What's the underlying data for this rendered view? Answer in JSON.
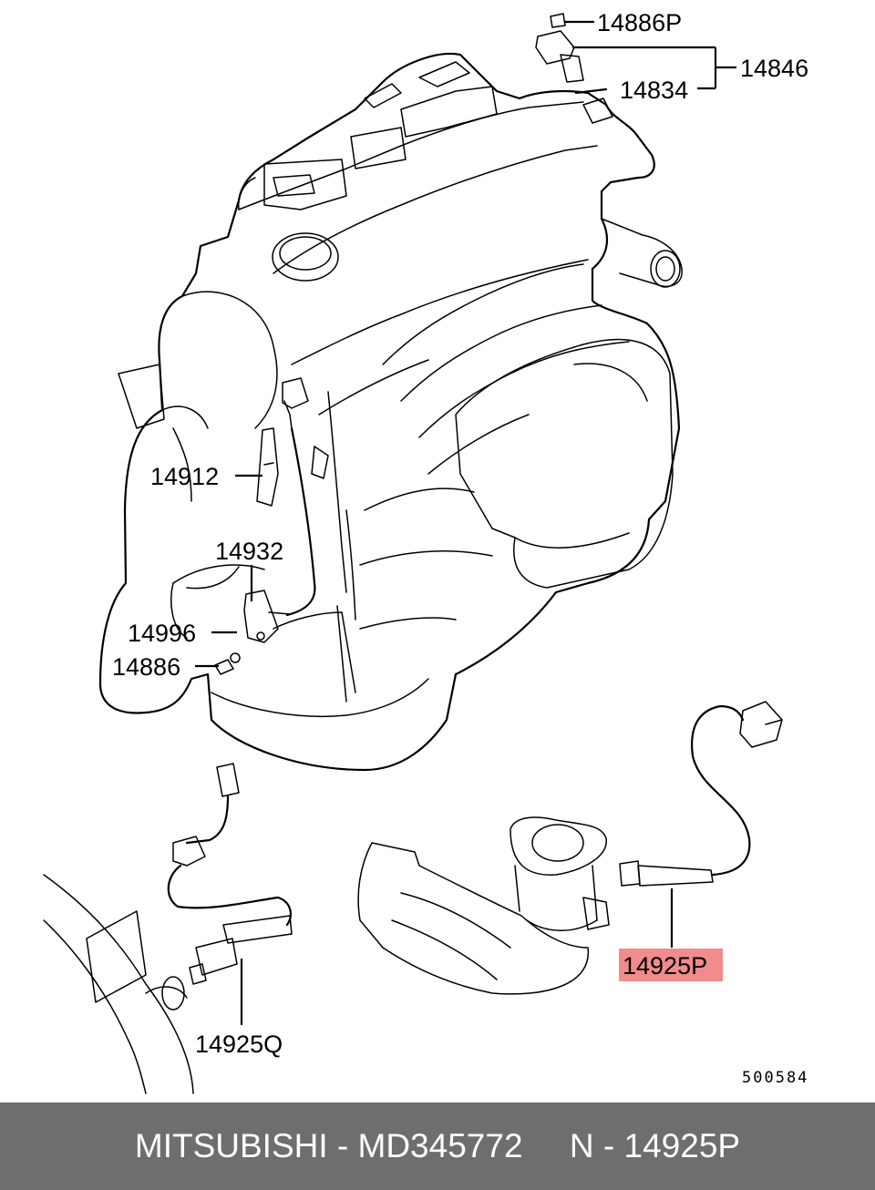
{
  "labels": {
    "p14886P": "14886P",
    "p14846": "14846",
    "p14834": "14834",
    "p14912": "14912",
    "p14932": "14932",
    "p14996": "14996",
    "p14886": "14886",
    "p14925P": "14925P",
    "p14925Q": "14925Q",
    "ref": "500584"
  },
  "highlight": {
    "part": "14925P",
    "color": "#f28b8b"
  },
  "footer": {
    "text": "MITSUBISHI - MD345772     N - 14925P",
    "background": "#6e6e6e"
  }
}
